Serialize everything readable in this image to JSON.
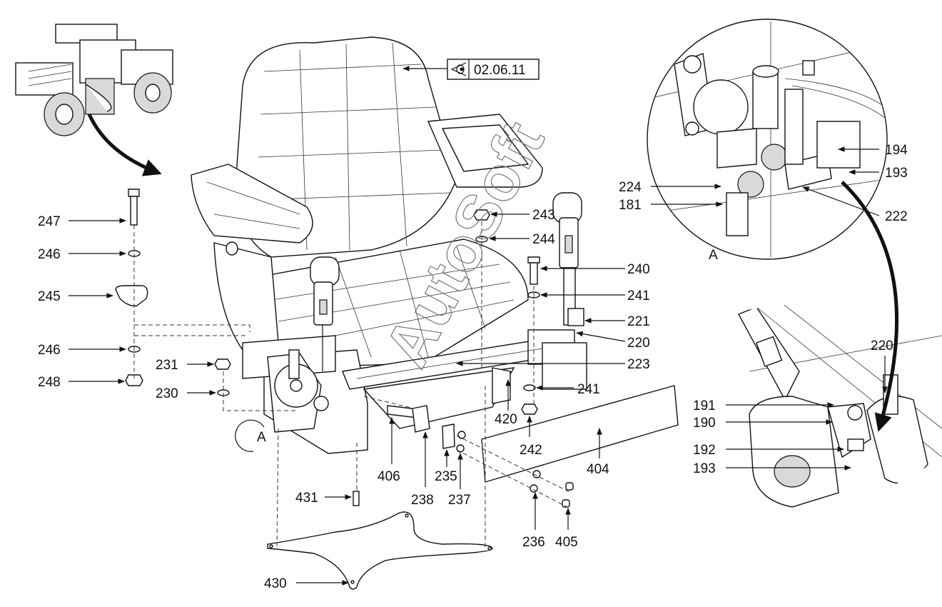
{
  "reference": {
    "text": "02.06.11",
    "icon": "eye-view-icon"
  },
  "detail_marker": "A",
  "detail_view_label": "A",
  "watermark": "AutoSoft",
  "part_labels": {
    "p247": "247",
    "p246a": "246",
    "p245": "245",
    "p246b": "246",
    "p248": "248",
    "p231": "231",
    "p230": "230",
    "p243": "243",
    "p244": "244",
    "p240": "240",
    "p241a": "241",
    "p221": "221",
    "p220a": "220",
    "p223": "223",
    "p241b": "241",
    "p420": "420",
    "p242": "242",
    "p404": "404",
    "p406": "406",
    "p238": "238",
    "p235": "235",
    "p237": "237",
    "p236": "236",
    "p405": "405",
    "p431": "431",
    "p430": "430",
    "p194": "194",
    "p193a": "193",
    "p224": "224",
    "p181": "181",
    "p222": "222",
    "p220b": "220",
    "p191": "191",
    "p190": "190",
    "p192": "192",
    "p193b": "193"
  }
}
